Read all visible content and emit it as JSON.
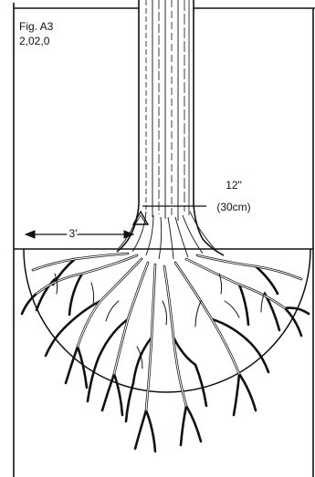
{
  "figure": {
    "title": "Fig. A3",
    "code": "2,02,0",
    "width_dimension": "3'",
    "height_dimension_imperial": "12\"",
    "height_dimension_metric": "(30cm)"
  },
  "style": {
    "ink_color": "#111111",
    "paper_color": "#ffffff"
  }
}
